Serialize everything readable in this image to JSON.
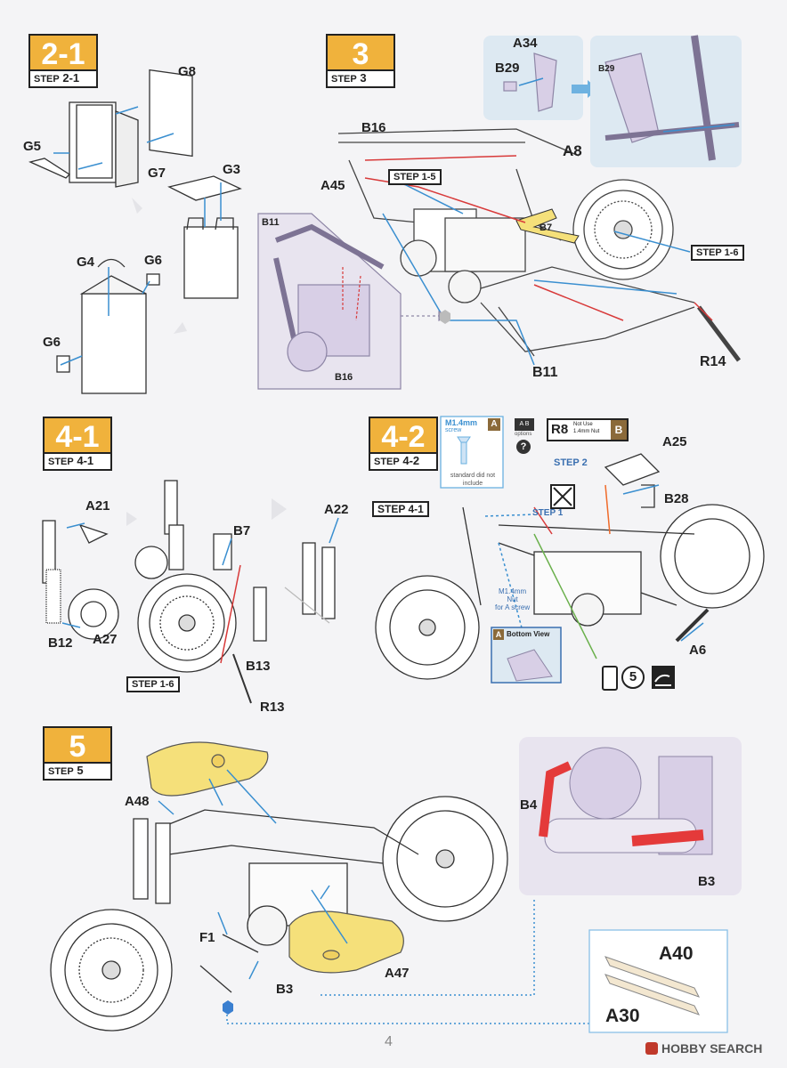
{
  "steps": {
    "s2_1": {
      "num": "2-1",
      "label_word": "STEP",
      "label_num": "2-1"
    },
    "s3": {
      "num": "3",
      "label_word": "STEP",
      "label_num": "3"
    },
    "s4_1": {
      "num": "4-1",
      "label_word": "STEP",
      "label_num": "4-1"
    },
    "s4_2": {
      "num": "4-2",
      "label_word": "STEP",
      "label_num": "4-2"
    },
    "s5": {
      "num": "5",
      "label_word": "STEP",
      "label_num": "5"
    }
  },
  "refs": {
    "step_1_5": {
      "word": "STEP",
      "num": "1-5"
    },
    "step_1_6a": {
      "word": "STEP",
      "num": "1-6"
    },
    "step_1_6b": {
      "word": "STEP",
      "num": "1-6"
    },
    "step_4_1": {
      "word": "STEP",
      "num": "4-1"
    }
  },
  "parts": {
    "G8": "G8",
    "G5": "G5",
    "G7": "G7",
    "G3": "G3",
    "G4": "G4",
    "G6a": "G6",
    "G6b": "G6",
    "A34": "A34",
    "B29": "B29",
    "B29b": "B29",
    "B16": "B16",
    "A8": "A8",
    "A45": "A45",
    "B7a": "B7",
    "B11a": "B11",
    "B16b": "B16",
    "B11b": "B11",
    "R14": "R14",
    "A21": "A21",
    "B7b": "B7",
    "A22": "A22",
    "B12": "B12",
    "A27": "A27",
    "B13": "B13",
    "R13": "R13",
    "R8": "R8",
    "A25": "A25",
    "B28": "B28",
    "A6": "A6",
    "A48": "A48",
    "F1": "F1",
    "B3a": "B3",
    "A47": "A47",
    "B4": "B4",
    "B3b": "B3",
    "A40": "A40",
    "A30": "A30"
  },
  "notes": {
    "screw_title": "M1.4mm",
    "screw_sub": "screw",
    "screw_note": "standard did not include",
    "screw_badge": "A",
    "options_badge": "A B",
    "options_label": "options",
    "r8_note": "Not Use 1.4mm Nut",
    "r8_badge": "B",
    "step2": "STEP 2",
    "step1": "STEP 1",
    "nut_title": "M1.4mm",
    "nut_sub": "Nut",
    "nut_for": "for A screw",
    "bottom_badge": "A",
    "bottom_view": "Bottom View",
    "circle_num": "5",
    "question": "?"
  },
  "footer": {
    "page": "4",
    "watermark": "HOBBY SEARCH"
  },
  "colors": {
    "step_bg": "#f0b23c",
    "leader": "#3a8fd0",
    "yellow_part": "#f5e07a",
    "purple_part": "#d8cfe6",
    "red_part": "#e43a3a",
    "inset_bg": "#dde9f2"
  }
}
